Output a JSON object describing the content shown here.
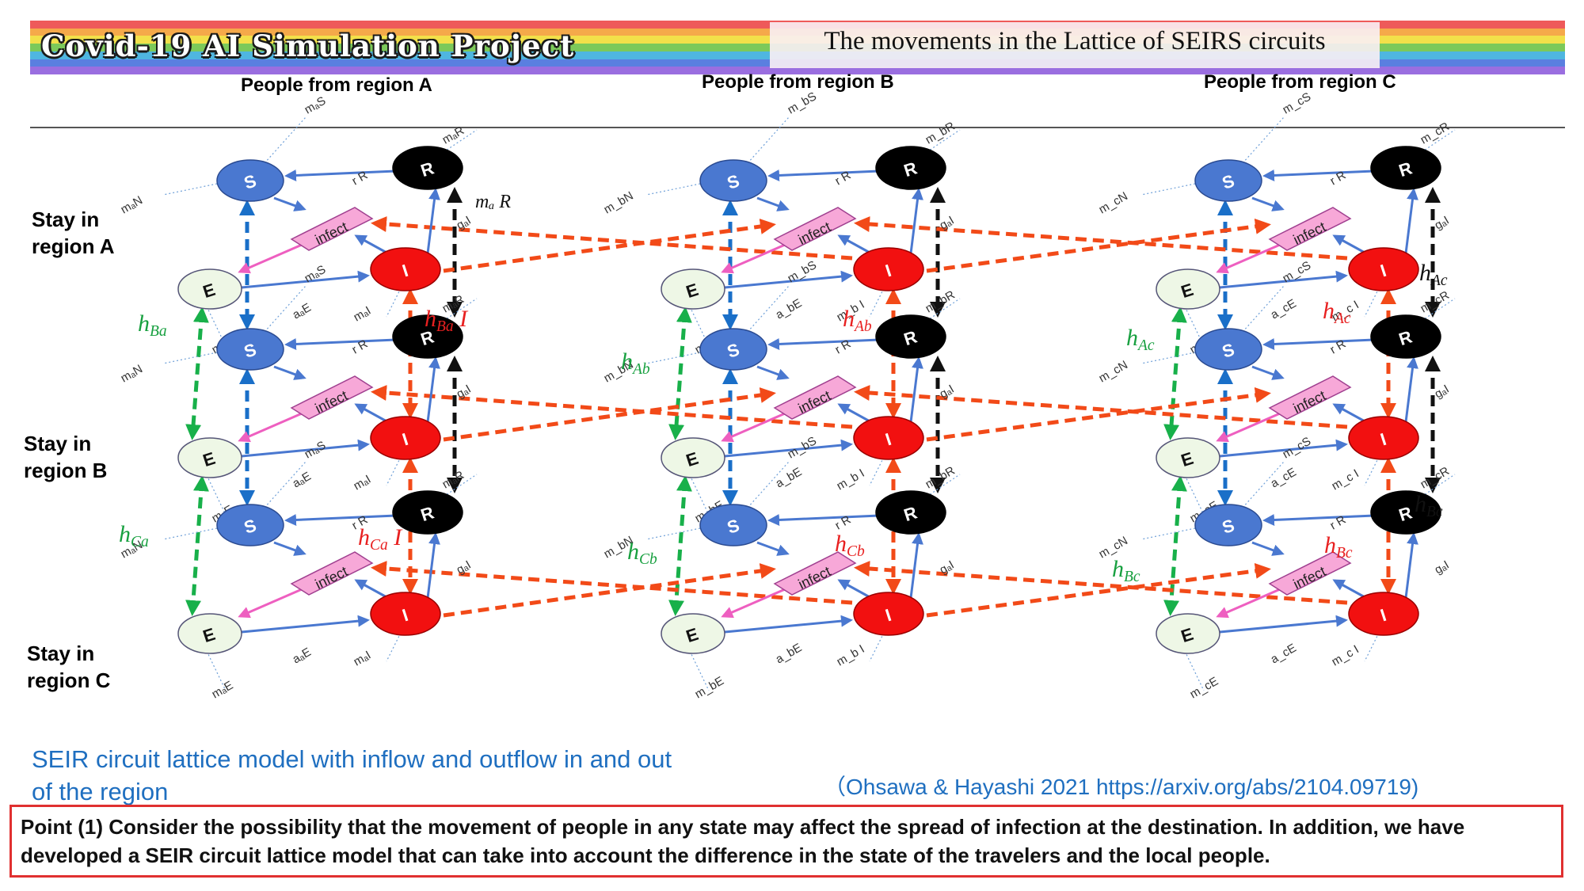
{
  "header": {
    "project_title": "Covid-19 AI Simulation Project",
    "slide_title": "The movements in the Lattice of SEIRS circuits",
    "rainbow_colors": [
      "#ee5a5a",
      "#f5a94a",
      "#f2e04a",
      "#7cc95a",
      "#4fb6e0",
      "#5a7fe0",
      "#9a6ee0"
    ]
  },
  "columns": [
    "People from region A",
    "People from region B",
    "People from region C"
  ],
  "rows": [
    "Stay in\nregion A",
    "Stay in\nregion B",
    "Stay in\nregion C"
  ],
  "node_labels": {
    "S": "S",
    "E": "E",
    "I": "I",
    "R": "R",
    "infect": "infect"
  },
  "edge_labels": {
    "a": {
      "rR": "r R",
      "aE": "aₐE",
      "gI": "gₐI",
      "mN": "mₐN",
      "mS": "mₐS",
      "mR": "mₐR",
      "mE": "mₐE",
      "mI": "mₐI"
    },
    "b": {
      "rR": "r R",
      "aE": "a_bE",
      "gI": "gₐI",
      "mN": "m_bN",
      "mS": "m_bS",
      "mR": "m_bR",
      "mE": "m_bE",
      "mI": "m_b I"
    },
    "c": {
      "rR": "r R",
      "aE": "a_cE",
      "gI": "gₐI",
      "mN": "m_cN",
      "mS": "m_cS",
      "mR": "m_cR",
      "mE": "m_cE",
      "mI": "m_c I"
    }
  },
  "flow_labels": {
    "maR": "mₐ R",
    "hBa_green": "h_Ba",
    "hBa_red": "h_Ba I",
    "hCa_green": "h_Ca",
    "hCa_red": "h_Ca I",
    "hAb_green": "h_Ab",
    "hAb_red": "h_Ab",
    "hCb_green": "h_Cb",
    "hCb_red": "h_Cb",
    "hAc_green": "h_Ac",
    "hAc_red": "h_Ac",
    "hAc_black": "h_Ac",
    "hBc_green": "h_Bc",
    "hBc_red": "h_Bc",
    "hBc_black": "h_Bc"
  },
  "colors": {
    "S": "#4a78d0",
    "E": "#eef7e6",
    "I": "#f21010",
    "R": "#000000",
    "infect": "#f7a8d8",
    "arrow_blue": "#4a78d0",
    "arrow_pink": "#ee5fc0",
    "dash_red": "#f24a18",
    "dash_green": "#18b04a",
    "dash_blue": "#1a6fc8",
    "dash_black": "#111111",
    "label_green": "#18a040",
    "label_red": "#e82020"
  },
  "footer": {
    "caption": "SEIR circuit lattice model with inflow and outflow in and out of the region",
    "citation": "（Ohsawa & Hayashi 2021 https://arxiv.org/abs/2104.09719)",
    "point": "Point (1) Consider the possibility that the movement of people in any state may affect the spread of infection at the destination. In addition, we have developed a SEIR circuit lattice model that can take into account the difference in the state of the travelers and the local people."
  }
}
